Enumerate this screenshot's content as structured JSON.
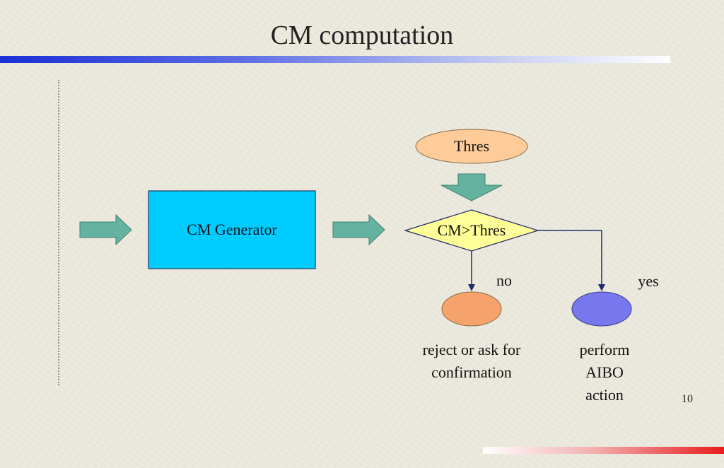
{
  "slide": {
    "title": "CM computation",
    "page_number": "10"
  },
  "diagram": {
    "generator_label": "CM Generator",
    "threshold_label": "Thres",
    "decision_label": "CM>Thres",
    "branch_no": "no",
    "branch_yes": "yes",
    "outcome_no": "reject or ask for confirmation",
    "outcome_yes": "perform AIBO action"
  },
  "colors": {
    "title_bar_start": "#1a2fd6",
    "footer_bar_end": "#e81c1c",
    "generator_fill": "#00ccff",
    "threshold_fill": "#ffcc99",
    "decision_fill": "#ffff99",
    "arrow_fill": "#66b2a0",
    "outcome_no_fill": "#f5a36a",
    "outcome_yes_fill": "#7777ee",
    "connector": "#1f2a6b"
  }
}
